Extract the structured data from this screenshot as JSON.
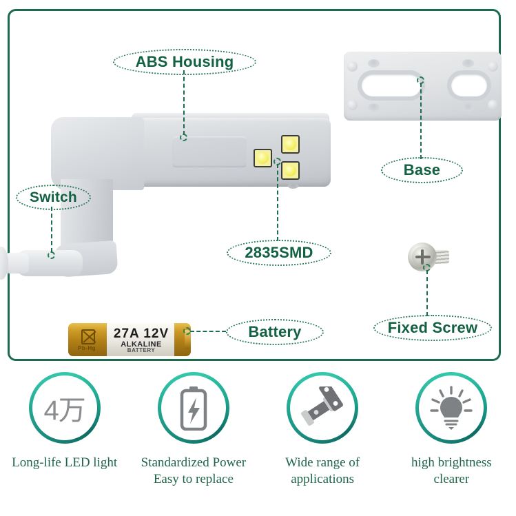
{
  "theme": {
    "frame_border": "#1c6b4e",
    "label_text": "#116142",
    "label_outline": "#2b7a5c",
    "leader_line": "#1d6b4d",
    "ring_teal_light": "#35c9ab",
    "ring_teal_dark": "#0d6b63",
    "caption_text": "#20654a",
    "background": "#ffffff"
  },
  "diagram": {
    "callouts": [
      {
        "id": "abs-housing",
        "label": "ABS Housing"
      },
      {
        "id": "base",
        "label": "Base"
      },
      {
        "id": "switch",
        "label": "Switch"
      },
      {
        "id": "smd",
        "label": "2835SMD"
      },
      {
        "id": "battery",
        "label": "Battery"
      },
      {
        "id": "fixed-screw",
        "label": "Fixed Screw"
      }
    ],
    "battery": {
      "model_voltage": "27A 12V",
      "chemistry": "ALKALINE",
      "subtitle": "BATTERY",
      "hazard_mark": "Pb-Hg",
      "recycle_icon": "crossed-out-wheelie-bin-icon"
    },
    "parts": {
      "lamp_icon": "led-cabinet-lamp-body",
      "base_icon": "mounting-base-plate",
      "screw_icon": "phillips-pan-head-screw",
      "led_count": 3,
      "led_icon": "smd-led-chip"
    }
  },
  "features": [
    {
      "icon": "lifetime-hours-icon",
      "icon_text": "4万",
      "caption_lines": [
        "Long-life LED light"
      ]
    },
    {
      "icon": "battery-bolt-icon",
      "icon_text": "",
      "caption_lines": [
        "Standardized Power",
        "Easy to replace"
      ]
    },
    {
      "icon": "mounting-hardware-icon",
      "icon_text": "",
      "caption_lines": [
        "Wide range of",
        "applications"
      ]
    },
    {
      "icon": "lightbulb-rays-icon",
      "icon_text": "",
      "caption_lines": [
        "high brightness",
        "clearer"
      ]
    }
  ]
}
